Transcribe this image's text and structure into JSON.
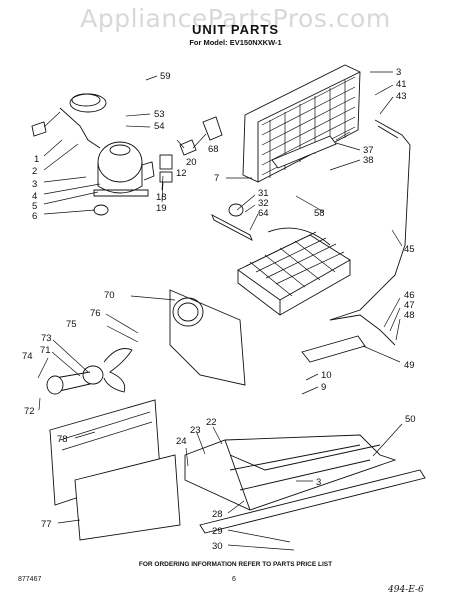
{
  "watermark": "AppliancePartsPros.com",
  "title": "UNIT PARTS",
  "model_line": "For Model: EV150NXKW-1",
  "footer_note": "FOR ORDERING INFORMATION REFER TO PARTS PRICE LIST",
  "drawing_code": "877467",
  "page_number": "6",
  "handwritten_note": "494-E-6",
  "callouts": [
    "59",
    "53",
    "54",
    "20",
    "68",
    "12",
    "18",
    "19",
    "1",
    "2",
    "3",
    "4",
    "5",
    "6",
    "3",
    "41",
    "43",
    "37",
    "38",
    "7",
    "31",
    "32",
    "64",
    "58",
    "45",
    "70",
    "76",
    "75",
    "73",
    "71",
    "74",
    "72",
    "78",
    "77",
    "46",
    "47",
    "48",
    "49",
    "10",
    "9",
    "22",
    "23",
    "24",
    "50",
    "3",
    "28",
    "29",
    "30"
  ]
}
